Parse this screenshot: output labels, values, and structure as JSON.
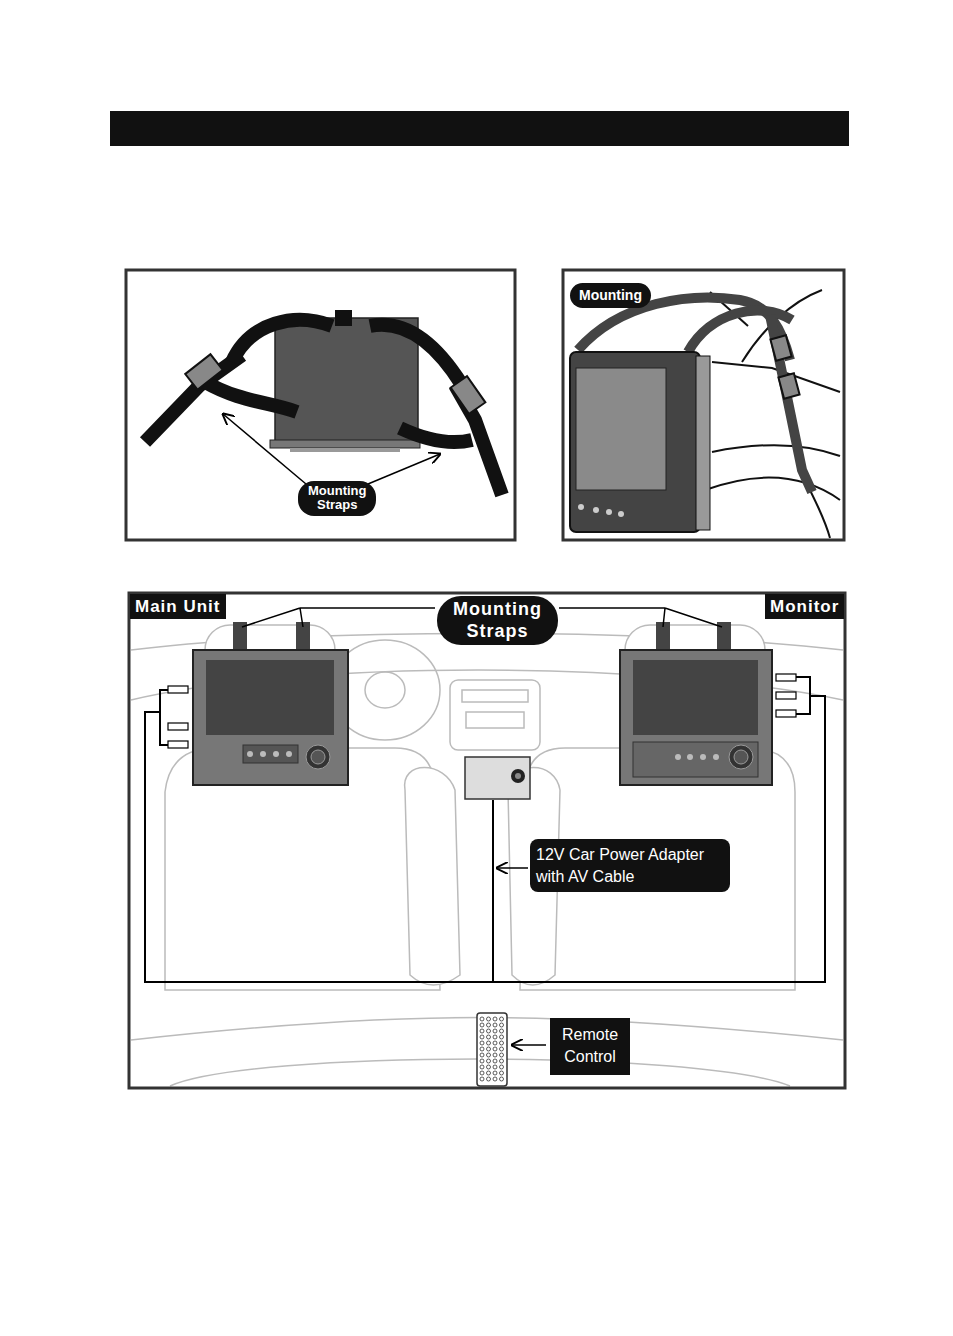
{
  "diagram": {
    "nodes": [
      {
        "text": [
          "Mounting Straps"
        ]
      },
      {
        "text": [
          "Mounting"
        ]
      },
      {
        "text": [
          "Main Unit"
        ]
      },
      {
        "text": [
          "Mounting Straps"
        ]
      },
      {
        "text": [
          "Monitor"
        ]
      },
      {
        "text": [
          "12V Car Power Adapter with AV Cable"
        ]
      },
      {
        "text": [
          "Remote Control"
        ]
      }
    ]
  }
}
